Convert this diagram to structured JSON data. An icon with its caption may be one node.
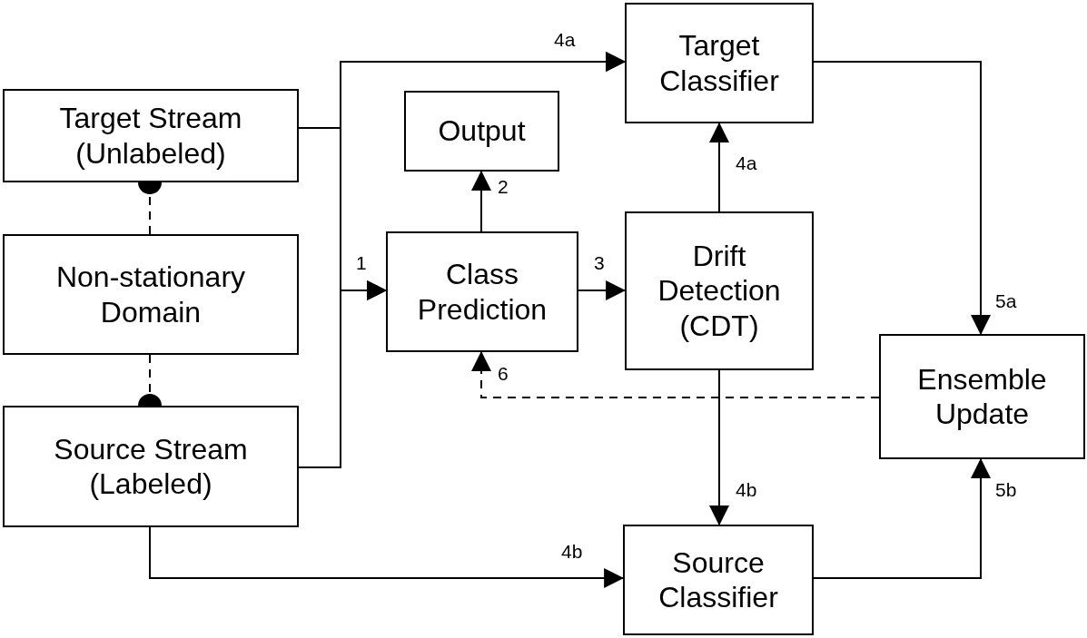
{
  "diagram": {
    "nodes": [
      {
        "text": [
          "Target Stream (Unlabeled)"
        ]
      },
      {
        "text": [
          "Non-stationary Domain"
        ]
      },
      {
        "text": [
          "Source Stream (Labeled)"
        ]
      },
      {
        "text": [
          "Output"
        ]
      },
      {
        "text": [
          "Class Prediction"
        ]
      },
      {
        "text": [
          "Target Classifier"
        ]
      },
      {
        "text": [
          "Drift Detection (CDT)"
        ]
      },
      {
        "text": [
          "Ensemble Update"
        ]
      },
      {
        "text": [
          "Source Classifier"
        ]
      }
    ],
    "edges": [
      {
        "from": 1,
        "to": 0,
        "arrow": "other",
        "style": "dashed"
      },
      {
        "from": 1,
        "to": 2,
        "arrow": "other",
        "style": "dashed"
      },
      {
        "from": 0,
        "to": 5,
        "arrow": "to",
        "label": "4a"
      },
      {
        "from": 0,
        "to": 4,
        "arrow": "to",
        "label": "1"
      },
      {
        "from": 2,
        "to": 5,
        "arrow": "to"
      },
      {
        "from": 2,
        "to": 4,
        "arrow": "to"
      },
      {
        "from": 4,
        "to": 3,
        "arrow": "to",
        "label": "2"
      },
      {
        "from": 4,
        "to": 6,
        "arrow": "to",
        "label": "3"
      },
      {
        "from": 6,
        "to": 5,
        "arrow": "to",
        "label": "4a"
      },
      {
        "from": 6,
        "to": 8,
        "arrow": "to",
        "label": "4b"
      },
      {
        "from": 2,
        "to": 8,
        "arrow": "to",
        "label": "4b"
      },
      {
        "from": 5,
        "to": 7,
        "arrow": "to",
        "label": "5a"
      },
      {
        "from": 8,
        "to": 7,
        "arrow": "to",
        "label": "5b"
      },
      {
        "from": 7,
        "to": 4,
        "arrow": "to",
        "label": "6",
        "style": "dashed"
      }
    ]
  }
}
